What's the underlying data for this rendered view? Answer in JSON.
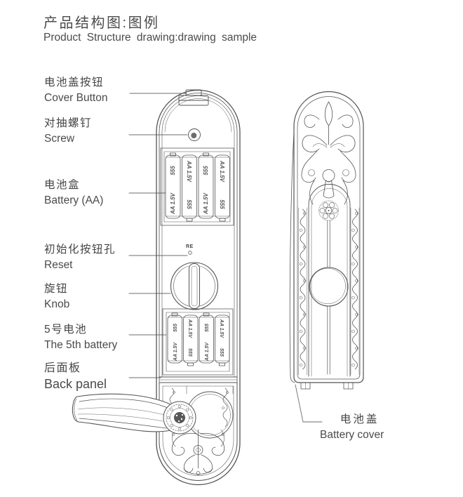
{
  "title": {
    "zh": "产品结构图:图例",
    "en": "Product Structure drawing:drawing sample"
  },
  "callouts": [
    {
      "id": "cover-button",
      "zh": "电池盖按钮",
      "en": "Cover Button"
    },
    {
      "id": "screw",
      "zh": "对抽螺钉",
      "en": "Screw"
    },
    {
      "id": "battery-box",
      "zh": "电池盒",
      "en": "Battery (AA)"
    },
    {
      "id": "reset",
      "zh": "初始化按钮孔",
      "en": "Reset"
    },
    {
      "id": "knob",
      "zh": "旋钮",
      "en": "Knob"
    },
    {
      "id": "battery-5",
      "zh": "5号电池",
      "en": "The 5th battery"
    },
    {
      "id": "back-panel",
      "zh": "后面板",
      "en": "Back panel"
    },
    {
      "id": "battery-cover",
      "zh": "电池盖",
      "en": "Battery cover"
    }
  ],
  "drawing": {
    "reset_marking": "RE",
    "battery_voltage": "AA 1.5V",
    "battery_brand": "555"
  },
  "colors": {
    "line": "#545454",
    "text": "#474747",
    "background": "#ffffff"
  }
}
